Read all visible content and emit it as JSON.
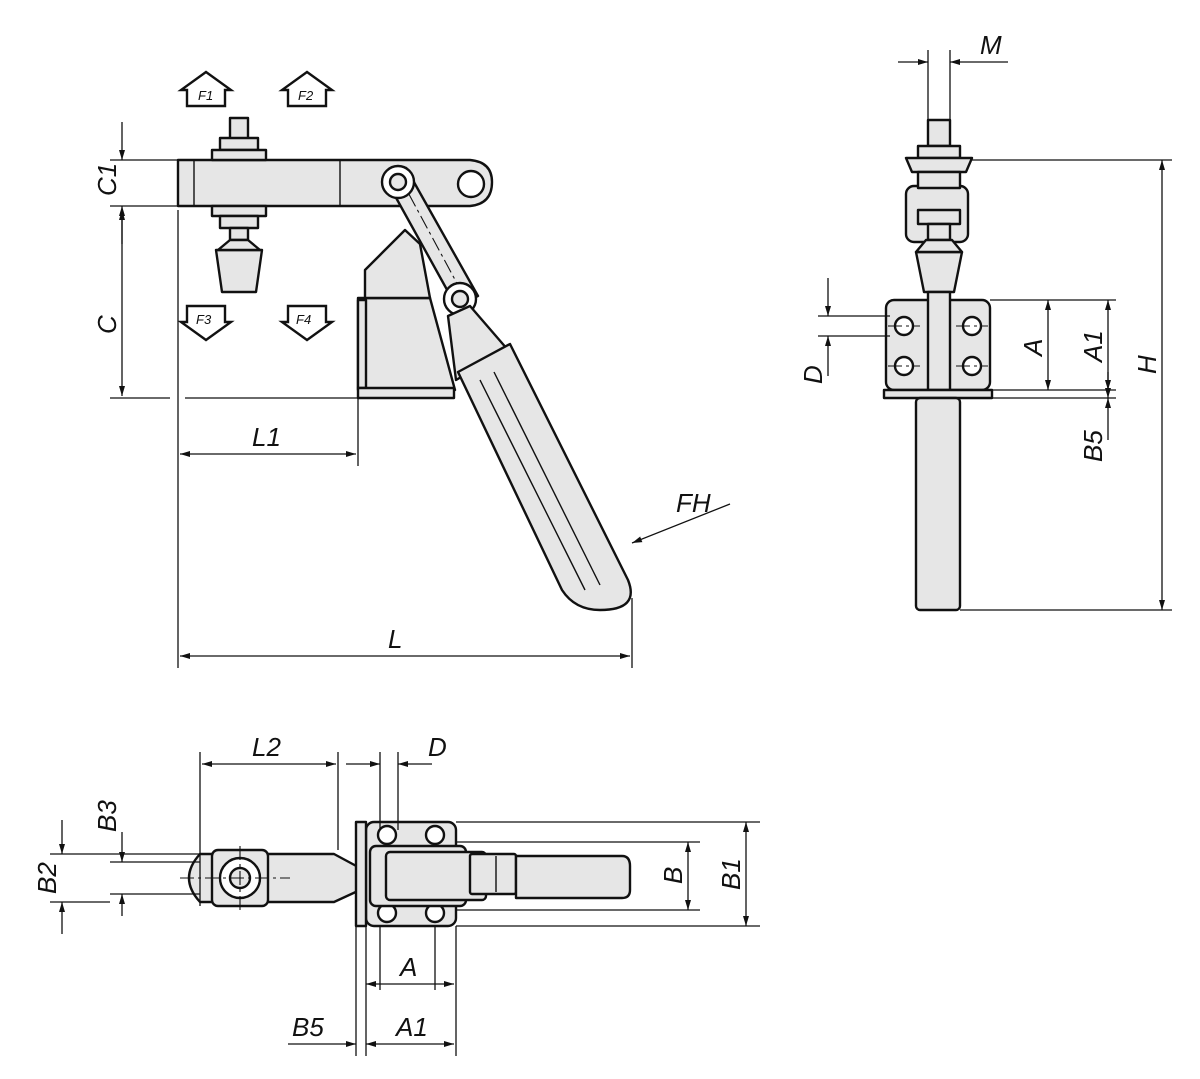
{
  "labels": {
    "F1": "F1",
    "F2": "F2",
    "F3": "F3",
    "F4": "F4",
    "C1": "C1",
    "C": "C",
    "L1": "L1",
    "L": "L",
    "FH": "FH",
    "M": "M",
    "D": "D",
    "A": "A",
    "A1": "A1",
    "H": "H",
    "B5": "B5",
    "L2": "L2",
    "B3": "B3",
    "B2": "B2",
    "B": "B",
    "B1": "B1"
  }
}
